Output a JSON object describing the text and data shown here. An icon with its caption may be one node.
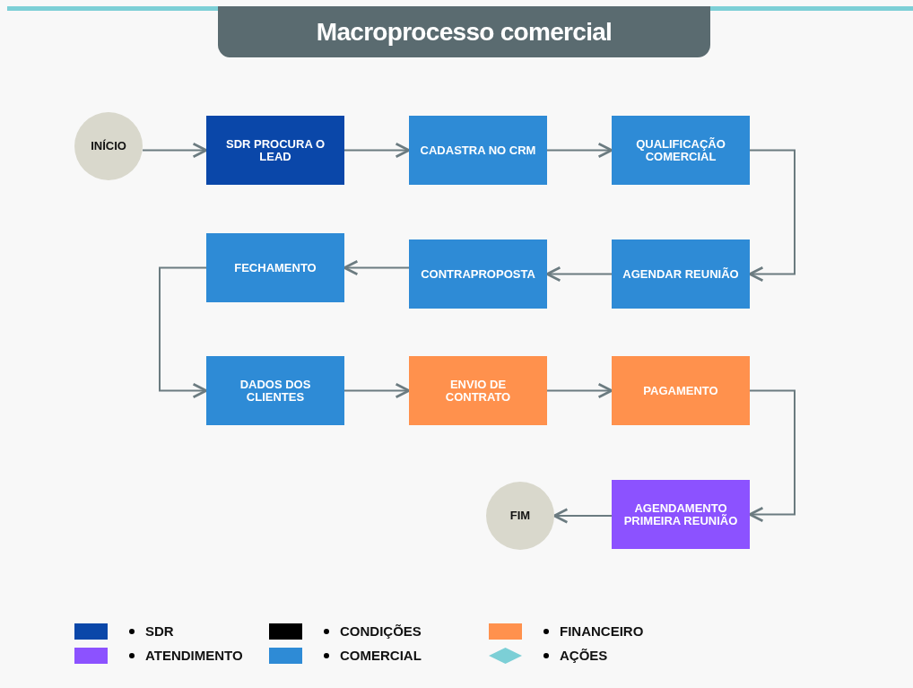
{
  "diagram": {
    "title": "Macroprocesso comercial",
    "nodes": [
      {
        "text": [
          "INÍCIO"
        ]
      },
      {
        "text": [
          "SDR PROCURA O LEAD"
        ]
      },
      {
        "text": [
          "CADASTRA NO CRM"
        ]
      },
      {
        "text": [
          "QUALIFICAÇÃO COMERCIAL"
        ]
      },
      {
        "text": [
          "AGENDAR REUNIÃO"
        ]
      },
      {
        "text": [
          "CONTRAPROPOSTA"
        ]
      },
      {
        "text": [
          "FECHAMENTO"
        ]
      },
      {
        "text": [
          "DADOS DOS CLIENTES"
        ]
      },
      {
        "text": [
          "ENVIO DE CONTRATO"
        ]
      },
      {
        "text": [
          "PAGAMENTO"
        ]
      },
      {
        "text": [
          "AGENDAMENTO PRIMEIRA REUNIÃO"
        ]
      },
      {
        "text": [
          "FIM"
        ]
      }
    ],
    "edges": [
      {
        "from": 0,
        "to": 1,
        "arrow": "to"
      },
      {
        "from": 1,
        "to": 2,
        "arrow": "to"
      },
      {
        "from": 2,
        "to": 3,
        "arrow": "to"
      },
      {
        "from": 3,
        "to": 4,
        "arrow": "to"
      },
      {
        "from": 4,
        "to": 5,
        "arrow": "to"
      },
      {
        "from": 5,
        "to": 6,
        "arrow": "to"
      },
      {
        "from": 6,
        "to": 7,
        "arrow": "to"
      },
      {
        "from": 7,
        "to": 8,
        "arrow": "to"
      },
      {
        "from": 8,
        "to": 9,
        "arrow": "to"
      },
      {
        "from": 9,
        "to": 10,
        "arrow": "to"
      },
      {
        "from": 10,
        "to": 11,
        "arrow": "to"
      }
    ],
    "legend": [
      {
        "text": "SDR",
        "color": "#0a47a9"
      },
      {
        "text": "CONDIÇÕES",
        "color": "#000000"
      },
      {
        "text": "FINANCEIRO",
        "color": "#ff914d"
      },
      {
        "text": "ATENDIMENTO",
        "color": "#8c52ff"
      },
      {
        "text": "COMERCIAL",
        "color": "#2e8bd6"
      },
      {
        "text": "AÇÕES"
      }
    ]
  }
}
